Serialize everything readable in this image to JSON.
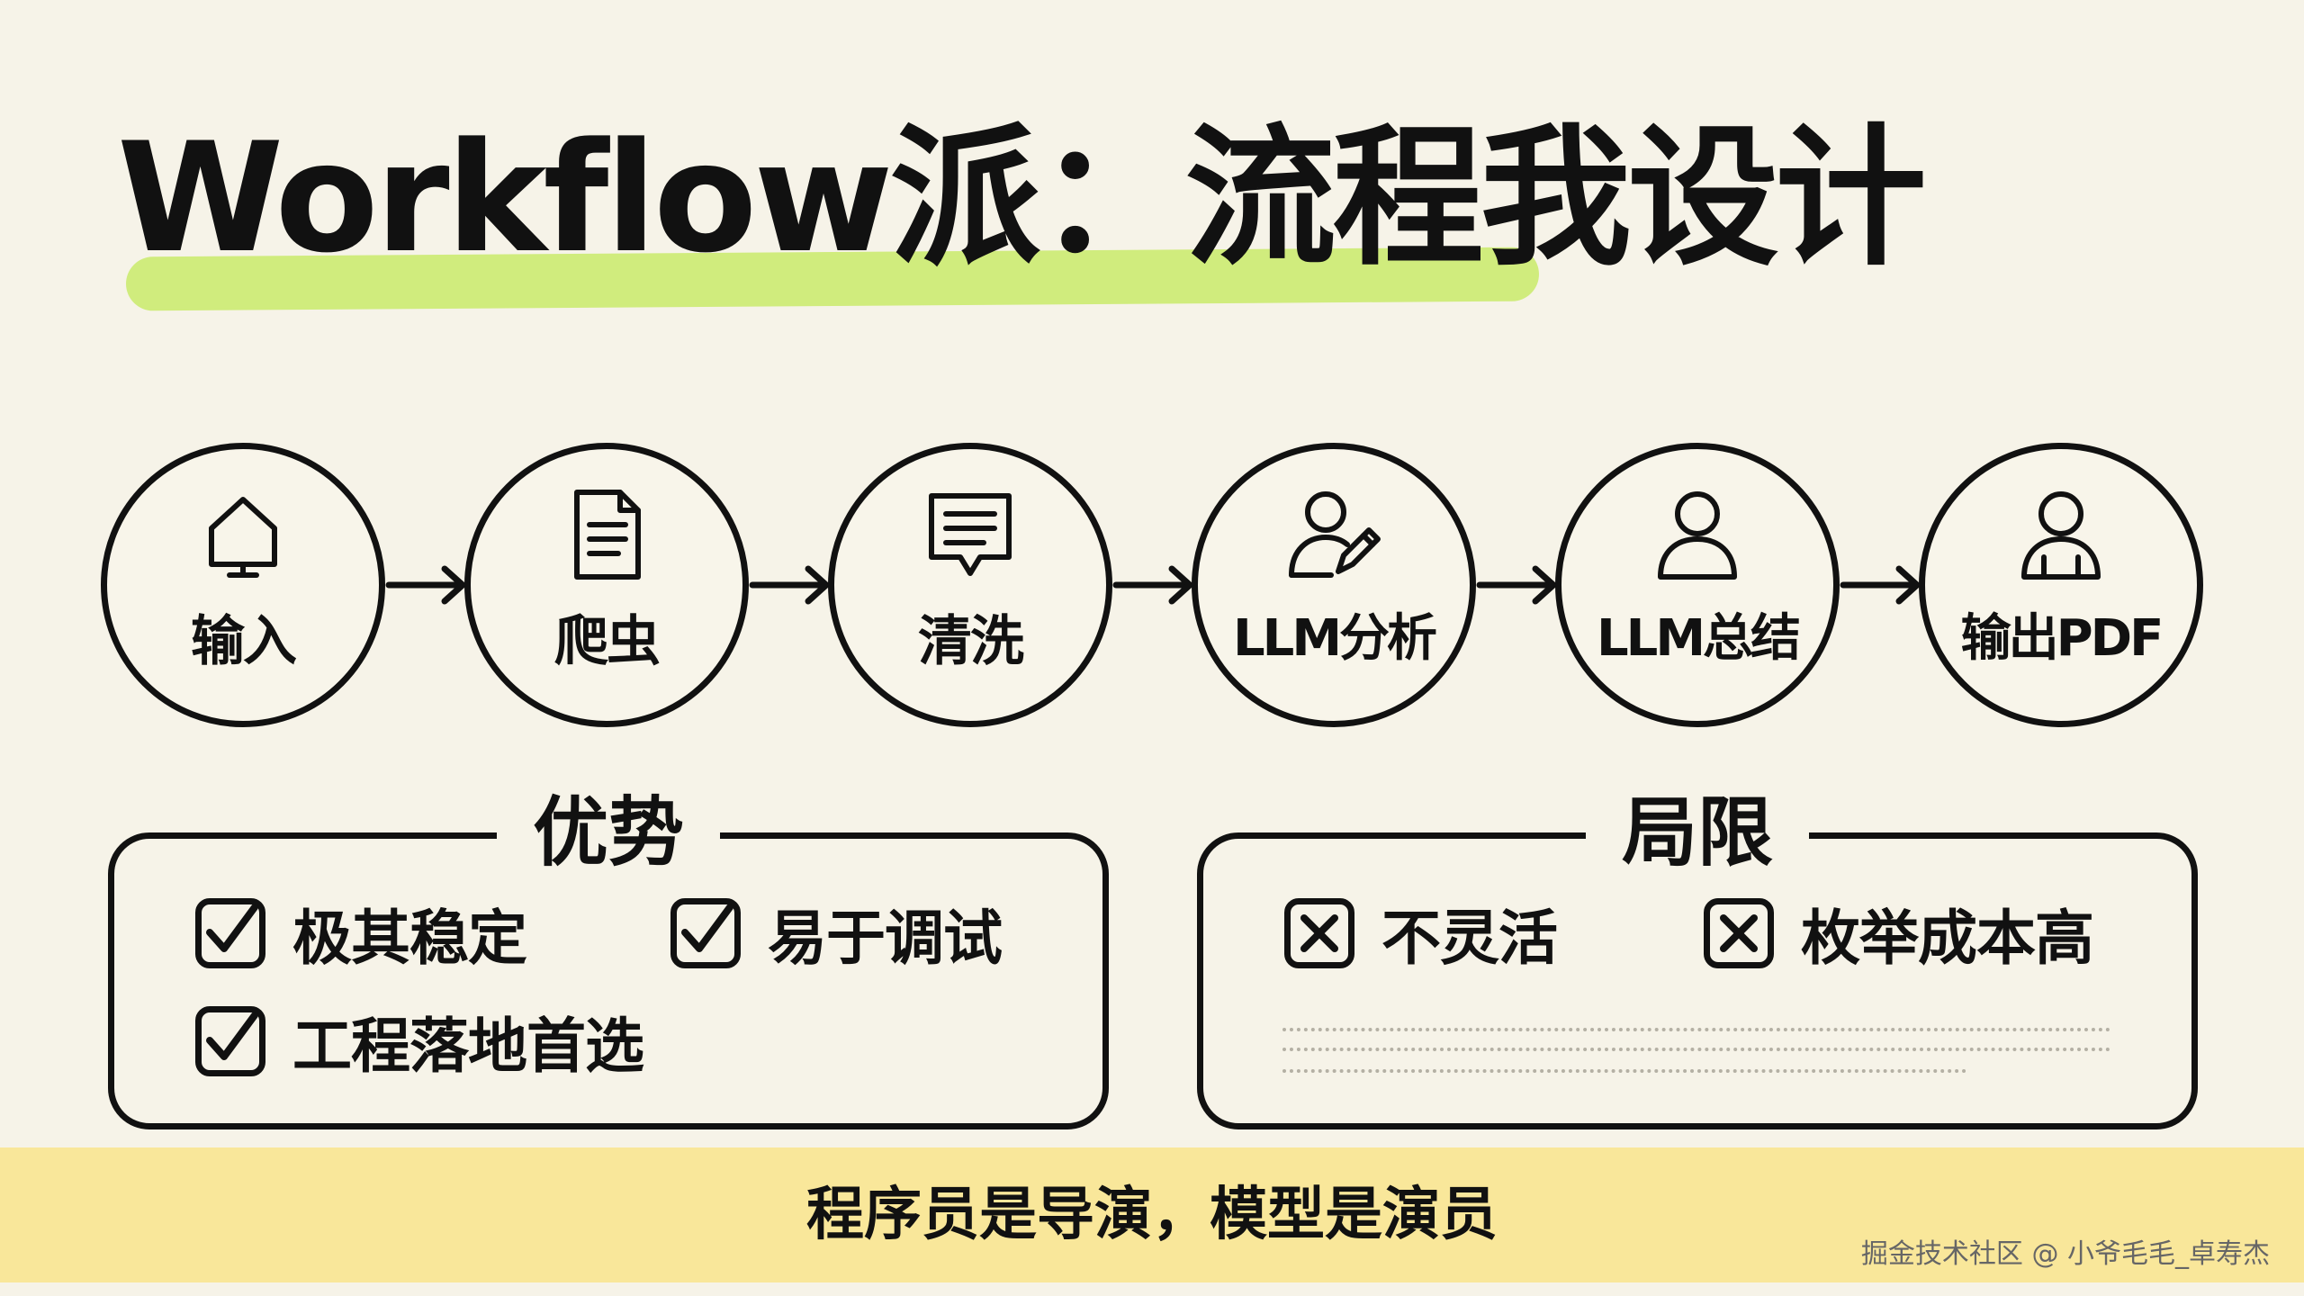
{
  "title": "Workflow派：流程我设计",
  "flow": {
    "steps": [
      {
        "label": "输入",
        "icon": "house-icon"
      },
      {
        "label": "爬虫",
        "icon": "document-icon"
      },
      {
        "label": "清洗",
        "icon": "message-icon"
      },
      {
        "label": "LLM分析",
        "icon": "user-edit-icon"
      },
      {
        "label": "LLM总结",
        "icon": "user-icon"
      },
      {
        "label": "输出PDF",
        "icon": "user-icon"
      }
    ]
  },
  "advantages": {
    "title": "优势",
    "items": [
      "极其稳定",
      "易于调试",
      "工程落地首选"
    ],
    "icon": "checkbox-icon"
  },
  "limitations": {
    "title": "局限",
    "items": [
      "不灵活",
      "枚举成本高"
    ],
    "icon": "x-box-icon"
  },
  "footer": "程序员是导演，模型是演员",
  "watermark": "掘金技术社区 @ 小爷毛毛_卓寿杰",
  "colors": {
    "background": "#f6f3e8",
    "title_highlight": "#c9ea6a",
    "footer_band": "#f9e79a",
    "ink": "#111111"
  }
}
